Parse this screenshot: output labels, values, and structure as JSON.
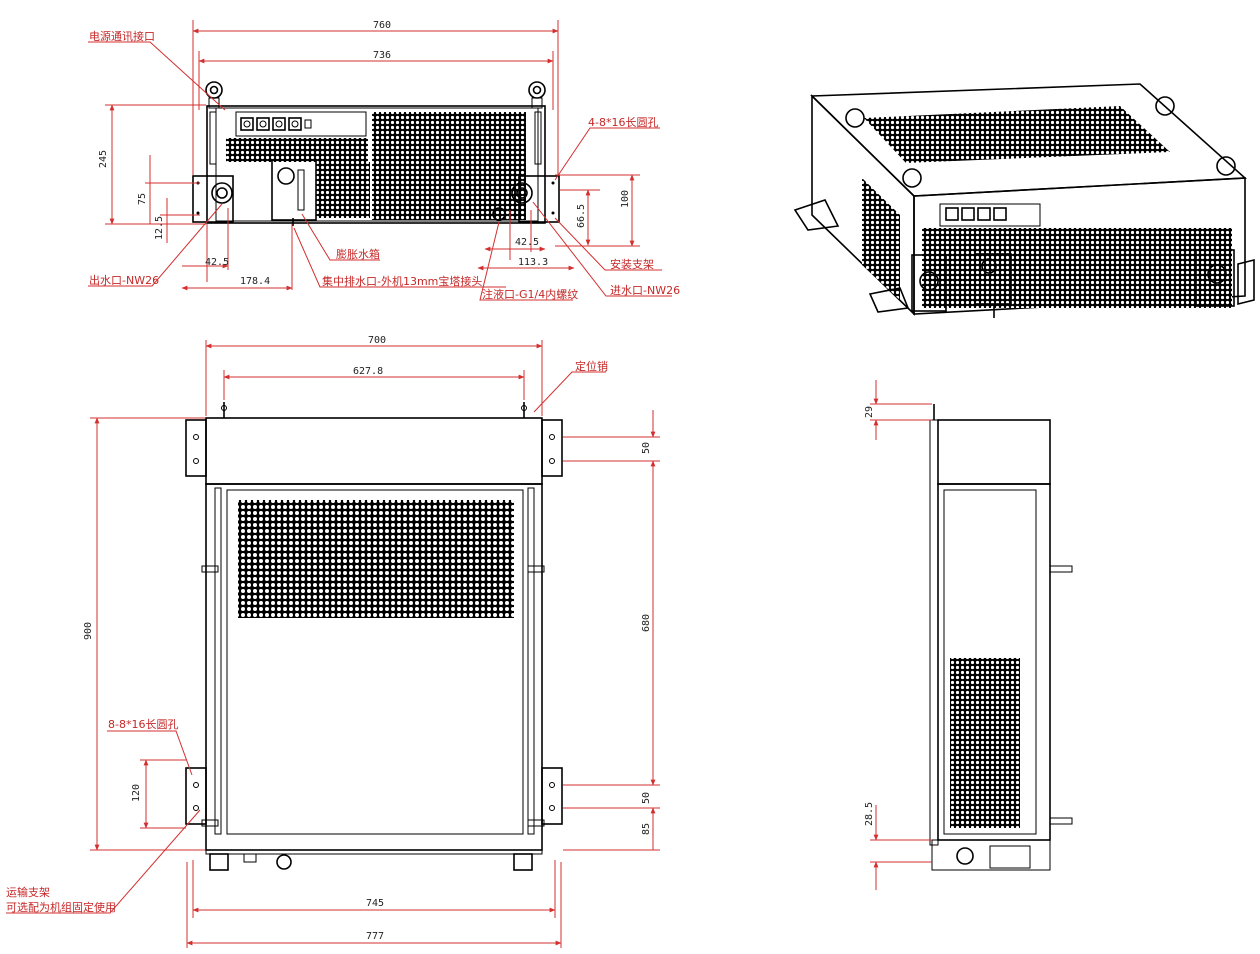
{
  "front_view": {
    "dims": {
      "width_overall": "760",
      "width_inner": "736",
      "height_total": "245",
      "height_75": "75",
      "height_12_5": "12.5",
      "outlet_offset": "42.5",
      "drain_offset": "178.4",
      "inlet_offset": "42.5",
      "fill_offset": "113.3",
      "height_66_5": "66.5",
      "height_100": "100"
    },
    "labels": {
      "power_port": "电源通讯接口",
      "slot_holes": "4-8*16长圆孔",
      "expansion_tank": "膨胀水箱",
      "mount_bracket": "安装支架",
      "water_outlet": "出水口-NW26",
      "drain_port": "集中排水口-外机13mm宝塔接头",
      "fill_port": "注液口-G1/4内螺纹",
      "water_inlet": "进水口-NW26"
    }
  },
  "top_view": {
    "dims": {
      "width_700": "700",
      "width_627_8": "627.8",
      "depth_900": "900",
      "spacing_50_top": "50",
      "spacing_680": "680",
      "spacing_50_bottom": "50",
      "spacing_85": "85",
      "spacing_120": "120",
      "width_745": "745",
      "width_777": "777"
    },
    "labels": {
      "locating_pin": "定位销",
      "slot_holes": "8-8*16长圆孔",
      "transport_bracket_1": "运输支架",
      "transport_bracket_2": "可选配为机组固定使用"
    }
  },
  "side_view": {
    "dims": {
      "top_29": "29",
      "bottom_28_5": "28.5"
    }
  }
}
